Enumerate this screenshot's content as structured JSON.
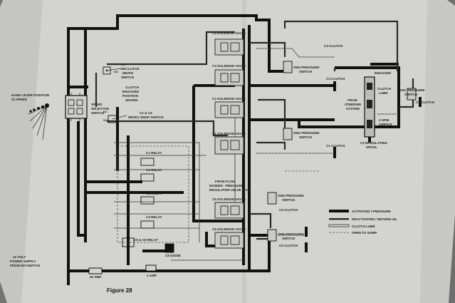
{
  "figure": {
    "caption": "Figure 28"
  },
  "components": {
    "hand_lever": [
      "HAND LEVER POSITION",
      "24 SPEED"
    ],
    "speed_selector": [
      "SPEED",
      "SELECTOR",
      "SWITCH"
    ],
    "declutch": [
      "DECLUTCH",
      "MICRO",
      "SWITCH"
    ],
    "clutch_engaged": [
      "CLUTCH",
      "ENGAGED",
      "POSITION",
      "SHOWN"
    ],
    "c1c4_micro": [
      "C1 & C4",
      "MICRO SWAP SWITCH"
    ],
    "nc_label": "NC",
    "no_label": "NO",
    "solenoids": {
      "c4": "C4 SOLENOID VALVE",
      "c3": "C3 SOLENOID VALVE",
      "c2": "C2 SOLENOID VALVE",
      "c1": "C1 SOLENOID VALVE",
      "c5": "C5 SOLENOID VALVE",
      "c6": "C6 SOLENOID VALVE"
    },
    "relays": {
      "c1": "C1 RELAY",
      "c2": "C2 RELAY",
      "c3": "C3 RELAY",
      "c4": "C4 RELAY",
      "c5c6": "C5 & C6 RELAY"
    },
    "clutches": {
      "c4": "C4 CLUTCH",
      "c3": "C3 CLUTCH",
      "c1": "C1 CLUTCH",
      "c2": "C2 CLUTCH",
      "c5": "C5 CLUTCH",
      "c6": "C6 CLUTCH"
    },
    "pressure_switches": {
      "sw3": [
        "SW3 PRESSURE",
        "SWITCH"
      ],
      "sw1": [
        "SW1 PRESSURE",
        "SWITCH"
      ],
      "sw2": [
        "SW2 PRESSURE",
        "SWITCH"
      ],
      "sw5": [
        "SW5 PRESSURE",
        "SWITCH"
      ],
      "sw6": [
        "SW6 PRESSURE",
        "SWITCH"
      ]
    },
    "modulator": {
      "engaged": "ENGAGED",
      "clutch_lube": [
        "CLUTCH",
        "LUBE"
      ],
      "from_steering": [
        "FROM",
        "STEERING",
        "SYSTEM"
      ],
      "orifice": [
        "2 GPM",
        "ORIFICE"
      ],
      "spool": [
        "C2 MODULATING",
        "SPOOL"
      ]
    },
    "flow_divider": [
      "FROM FLOW",
      "DIVIDER - PRESSURE",
      "REGULATOR VALVE (CV2)"
    ],
    "diodes": "C6 DIODE",
    "power": [
      "12 VOLT",
      "POWER SUPPLY",
      "FROM KEYSWITCH"
    ],
    "fuse_20": "20 AMP",
    "fuse_1": "1 AMP"
  },
  "legend": [
    {
      "label": "ACTIVATED / PRESSURE",
      "style": "activated"
    },
    {
      "label": "DEACTIVATED / RETURN OIL",
      "style": "deactivated"
    },
    {
      "label": "CLUTCH LUBE",
      "style": "lube"
    },
    {
      "label": "OPEN TO SUMP",
      "style": "sump"
    }
  ],
  "colors": {
    "paper": "#d6d6d2",
    "ink": "#111111",
    "background": "#1e1f22"
  }
}
